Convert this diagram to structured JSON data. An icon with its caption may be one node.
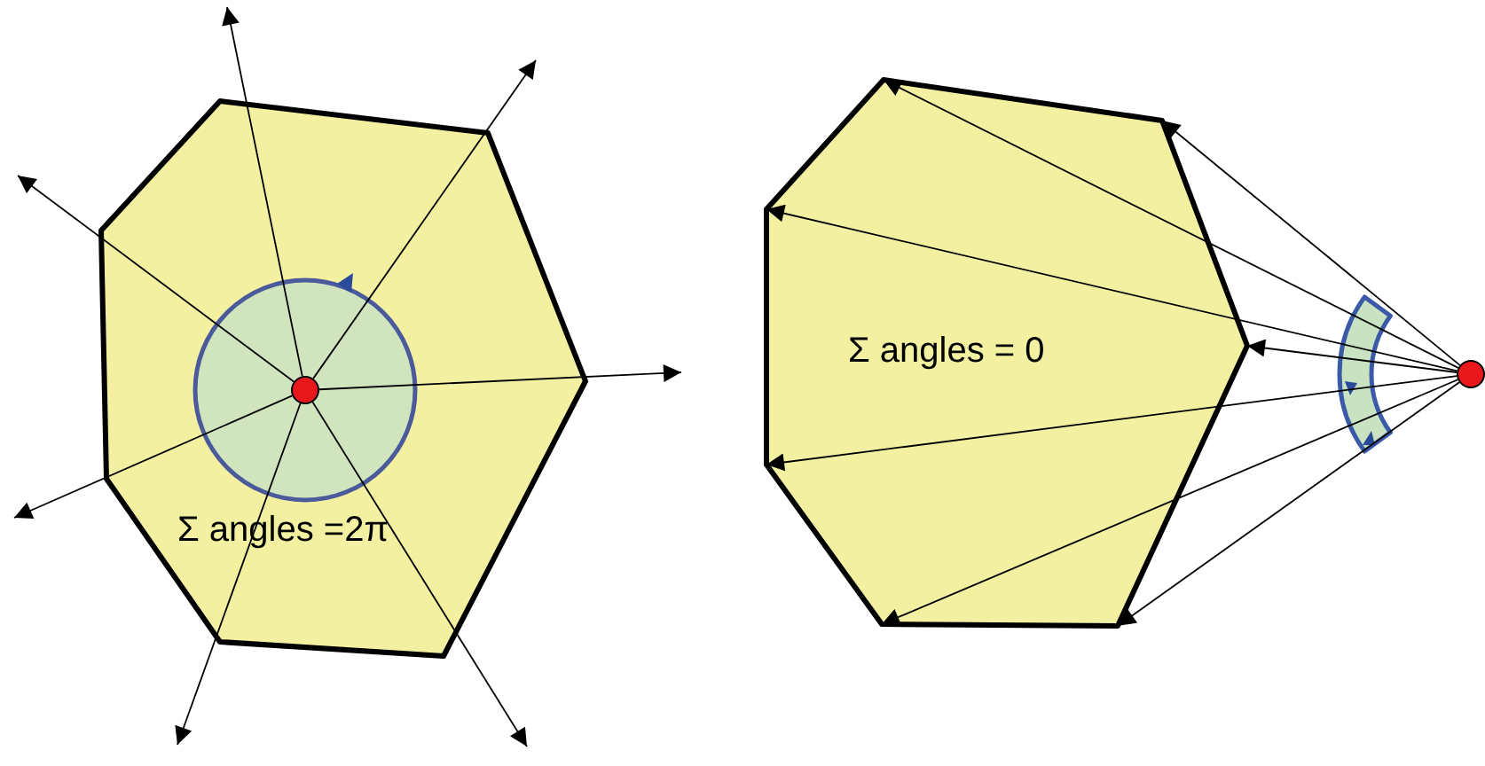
{
  "diagram": {
    "nodes": [
      {
        "text": [
          "Σ angles =2π"
        ]
      },
      {
        "text": [],
        "shape": "circle",
        "in": 0
      },
      {
        "text": [
          "Σ angles = 0"
        ]
      },
      {
        "text": [],
        "shape": "circle"
      }
    ],
    "edges": [
      {
        "from": 1,
        "to": null,
        "arrow": "to"
      },
      {
        "from": 1,
        "to": null,
        "arrow": "to"
      },
      {
        "from": 1,
        "to": null,
        "arrow": "to"
      },
      {
        "from": 1,
        "to": null,
        "arrow": "to"
      },
      {
        "from": 1,
        "to": null,
        "arrow": "to"
      },
      {
        "from": 1,
        "to": null,
        "arrow": "to"
      },
      {
        "from": 1,
        "to": null,
        "arrow": "to"
      },
      {
        "from": 3,
        "to": 2,
        "arrow": "to"
      },
      {
        "from": 3,
        "to": 2,
        "arrow": "to"
      },
      {
        "from": 3,
        "to": 2,
        "arrow": "to"
      },
      {
        "from": 3,
        "to": 2,
        "arrow": "to"
      },
      {
        "from": 3,
        "to": 2,
        "arrow": "to"
      },
      {
        "from": 3,
        "to": 2,
        "arrow": "to"
      },
      {
        "from": 3,
        "to": 2,
        "arrow": "to"
      }
    ]
  }
}
